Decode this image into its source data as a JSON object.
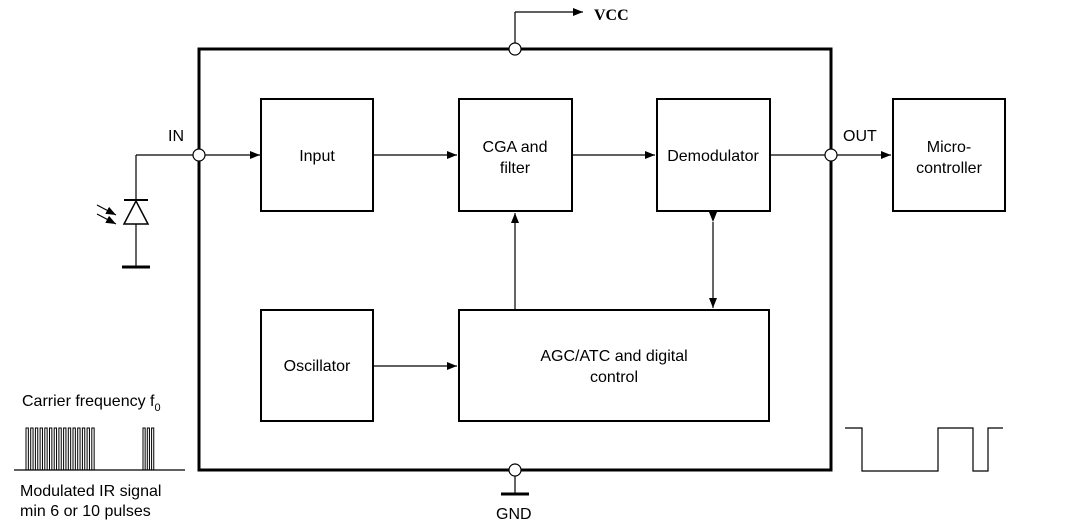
{
  "pins": {
    "vcc": "VCC",
    "gnd": "GND",
    "in": "IN",
    "out": "OUT"
  },
  "blocks": {
    "input": [
      "Input"
    ],
    "cga_filter": [
      "CGA and",
      "filter"
    ],
    "demodulator": [
      "Demodulator"
    ],
    "oscillator": [
      "Oscillator"
    ],
    "agc": [
      "AGC/ATC and digital",
      "control"
    ],
    "microcontroller": [
      "Micro-",
      "controller"
    ]
  },
  "carrier": {
    "label": "Carrier frequency f",
    "subscript": "0"
  },
  "signal_caption": [
    "Modulated IR signal",
    "min 6 or 10 pulses"
  ]
}
